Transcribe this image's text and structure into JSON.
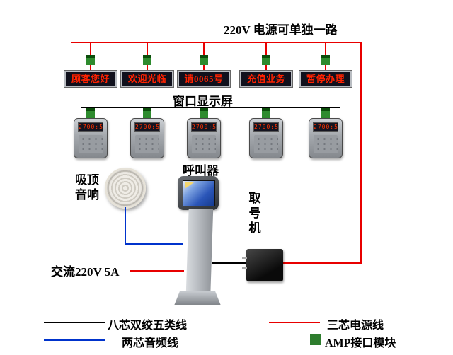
{
  "title": "220V 电源可单独一路",
  "display_row": {
    "caption": "窗口显示屏",
    "screens": [
      "顾客您好",
      "欢迎光临",
      "请0065号",
      "充值业务",
      "暂停办理"
    ]
  },
  "caller_row": {
    "caption": "呼叫器",
    "lcd_text": "2700:5"
  },
  "speaker": {
    "label_line1": "吸顶",
    "label_line2": "音响"
  },
  "kiosk_label": "取号机",
  "power_input_label": "交流220V 5A",
  "legend": {
    "cat5_label": "八芯双绞五类线",
    "power_label": "三芯电源线",
    "audio_label": "两芯音频线",
    "amp_label": "AMP接口模块"
  },
  "colors": {
    "power_line": "#e80000",
    "data_line": "#000000",
    "audio_line": "#0033cc",
    "amp_module_green": "#2e7d2e",
    "led_text_red": "#ff2200"
  }
}
